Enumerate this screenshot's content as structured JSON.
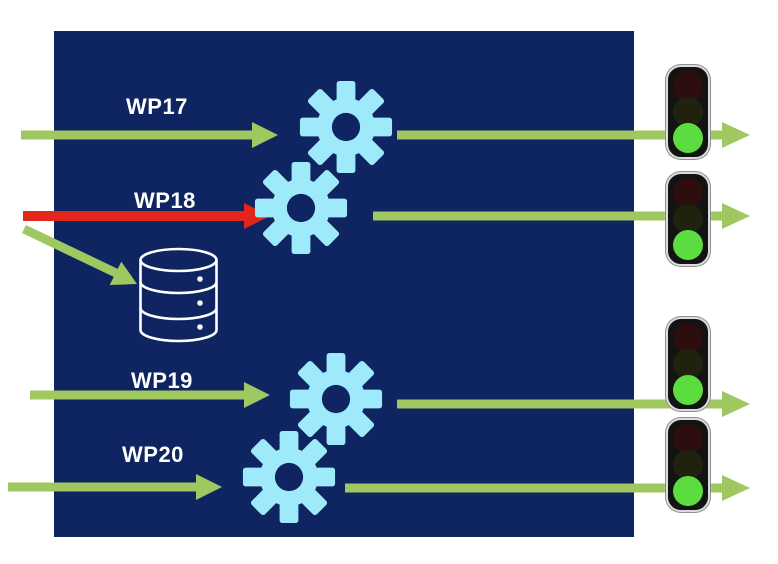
{
  "diagram_title": "",
  "colors": {
    "panel_bg": "#0e2562",
    "arrow_green": "#a0c860",
    "arrow_red": "#e32619",
    "gear": "#9ee9fa",
    "db_stroke": "#ffffff",
    "light_body": "#131313",
    "light_off_red": "#2d0d0d",
    "light_off_amber": "#21220e",
    "light_on_green": "#5bdc3f",
    "label_text": "#ffffff"
  },
  "workpackages": [
    {
      "label": "WP17",
      "input_arrow_color": "green",
      "output_arrow_color": "green",
      "status_light": "green"
    },
    {
      "label": "WP18",
      "input_arrow_color": "red",
      "output_arrow_color": "green",
      "status_light": "green"
    },
    {
      "label": "WP19",
      "input_arrow_color": "green",
      "output_arrow_color": "green",
      "status_light": "green"
    },
    {
      "label": "WP20",
      "input_arrow_color": "green",
      "output_arrow_color": "green",
      "status_light": "green"
    }
  ],
  "icons": {
    "gear": "gear-icon",
    "database": "database-icon",
    "traffic_light": "traffic-light-icon"
  }
}
